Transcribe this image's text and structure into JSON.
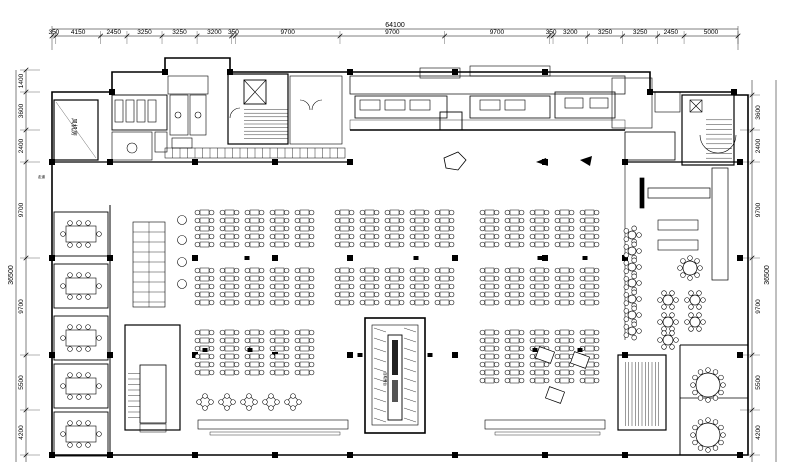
{
  "drawing": {
    "top_total": "64100",
    "top_segments": [
      "350",
      "4150",
      "2450",
      "3250",
      "3250",
      "3200",
      "350",
      "9700",
      "9700",
      "9700",
      "350",
      "3200",
      "3250",
      "3250",
      "2450",
      "5000"
    ],
    "left_total": "36500",
    "left_segments": [
      "1400",
      "3600",
      "2400",
      "9700",
      "9700",
      "5500",
      "4200"
    ],
    "right_total": "36500",
    "right_segments": [
      "3600",
      "2400",
      "9700",
      "9700",
      "5500",
      "4200"
    ],
    "room_label": "风机房",
    "corridor_label": "走道",
    "center_label": "自助餐台"
  }
}
